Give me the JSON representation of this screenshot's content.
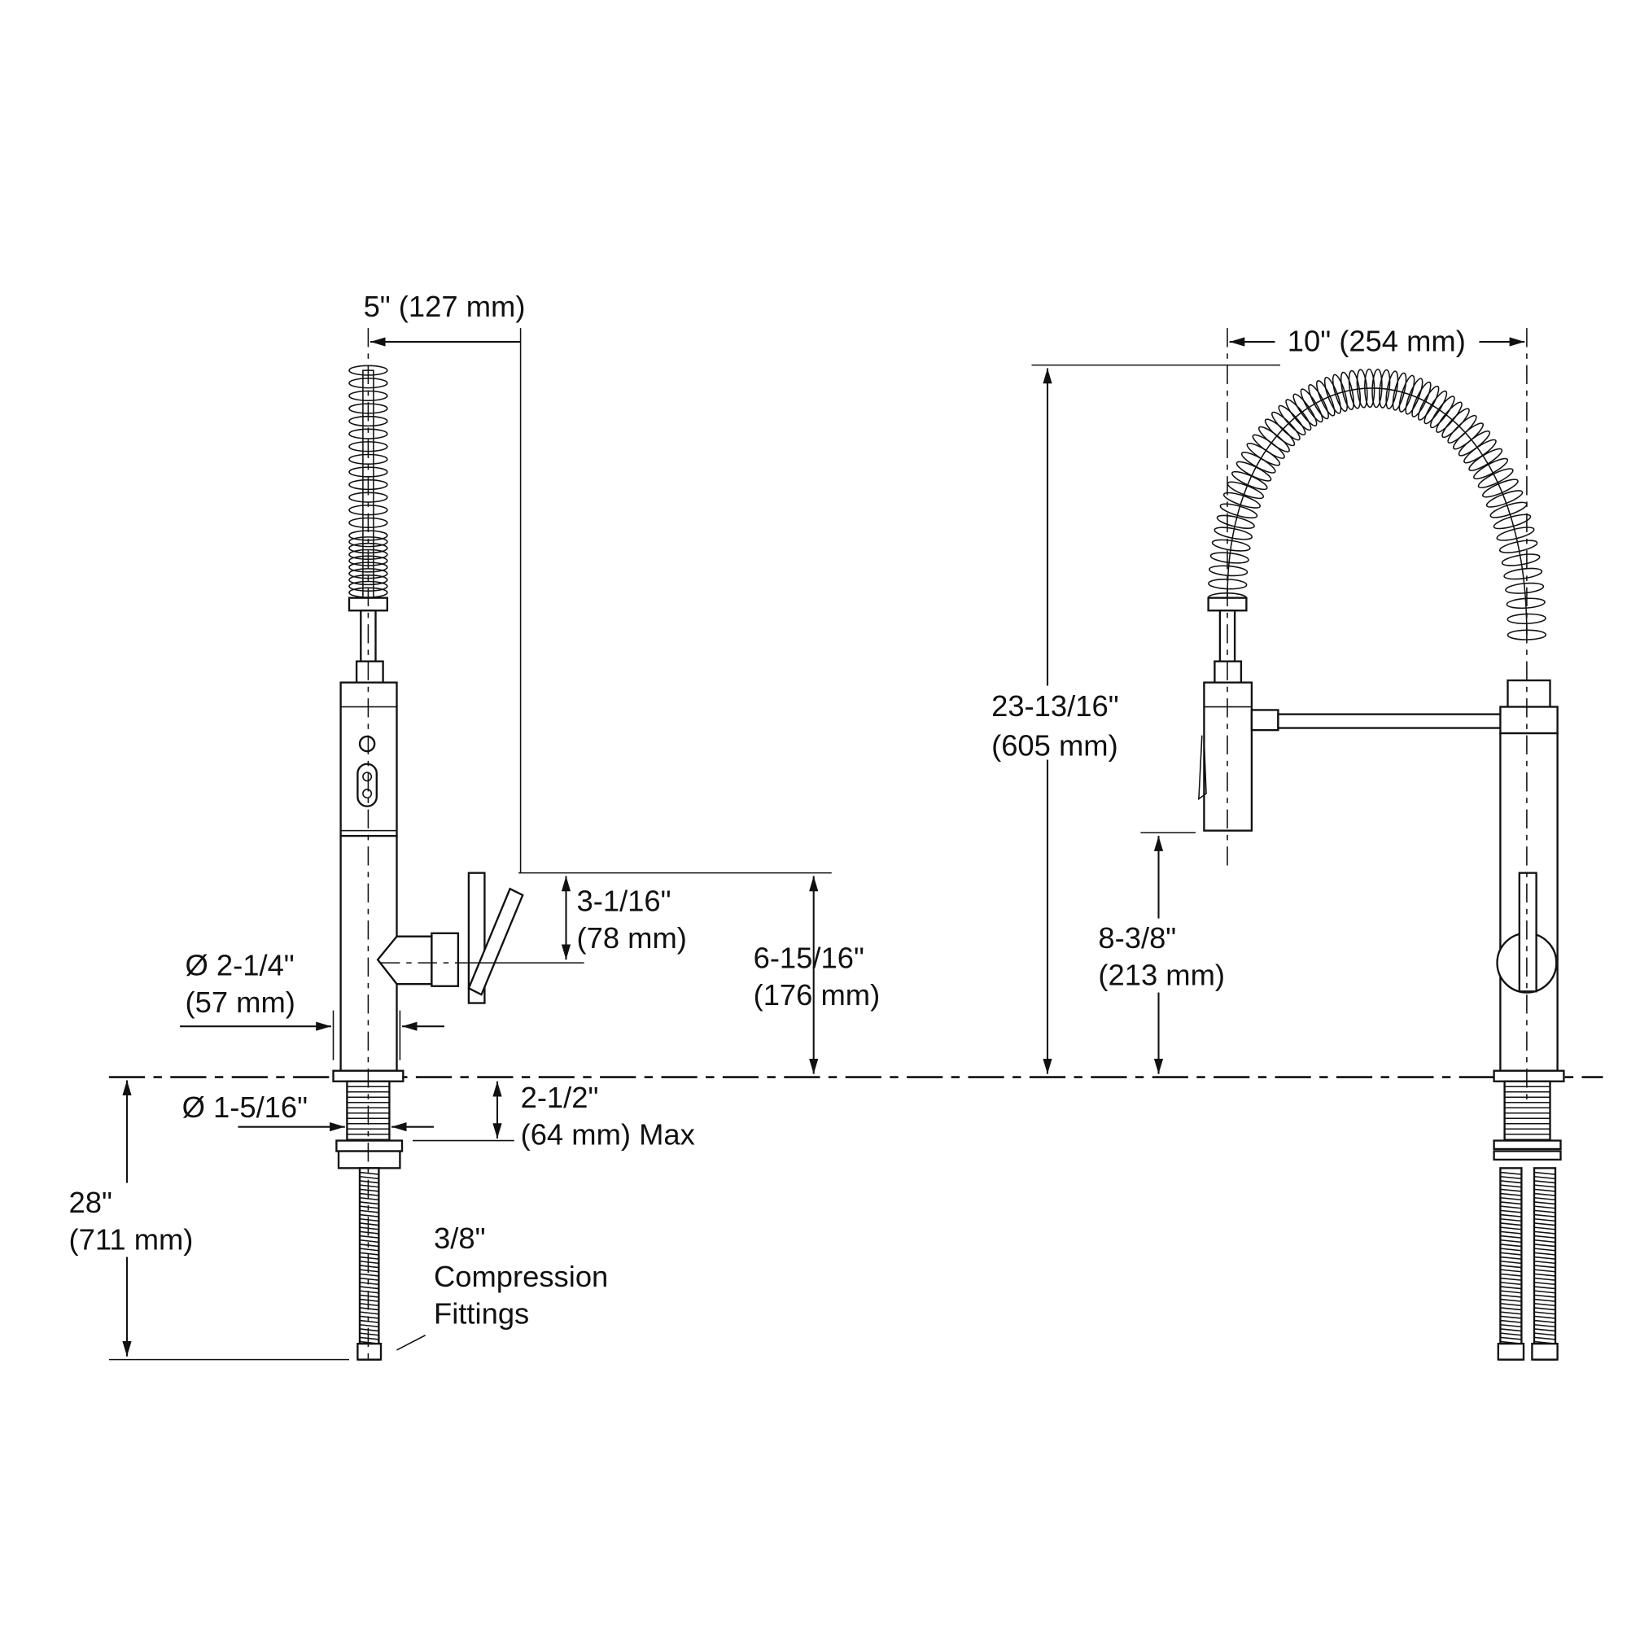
{
  "side_view": {
    "spout_reach": {
      "inches": "5\" (127 mm)"
    },
    "handle_height": {
      "inches": "3-1/16\"",
      "mm": "(78 mm)"
    },
    "handle_top_height": {
      "inches": "6-15/16\"",
      "mm": "(176 mm)"
    },
    "base_diameter": {
      "inches": "Ø 2-1/4\"",
      "mm": "(57 mm)"
    },
    "shank_diameter": {
      "inches": "Ø 1-5/16\""
    },
    "deck_thickness": {
      "inches": "2-1/2\"",
      "mm": "(64 mm) Max"
    },
    "supply_length": {
      "inches": "28\"",
      "mm": "(711 mm)"
    },
    "fittings": {
      "line1": "3/8\"",
      "line2": "Compression",
      "line3": "Fittings"
    }
  },
  "front_view": {
    "spout_reach": {
      "inches": "10\" (254 mm)"
    },
    "overall_height": {
      "inches": "23-13/16\"",
      "mm": "(605 mm)"
    },
    "spout_clearance": {
      "inches": "8-3/8\"",
      "mm": "(213 mm)"
    }
  }
}
